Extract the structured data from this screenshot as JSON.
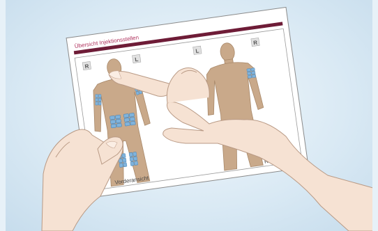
{
  "card": {
    "title": "Übersicht Injektionsstellen",
    "front_view_label": "Vorderansicht",
    "back_view_label": "Rückansicht"
  },
  "markers": {
    "front_right": "R",
    "front_left": "L",
    "back_left": "L",
    "back_right": "R"
  },
  "colors": {
    "background": "#d9e9f4",
    "title_bar": "#6e1c37",
    "title_text": "#b0335e",
    "body": "#c9a98a",
    "injection_site": "#7fb3dc",
    "skin": "#f6e2d3"
  }
}
